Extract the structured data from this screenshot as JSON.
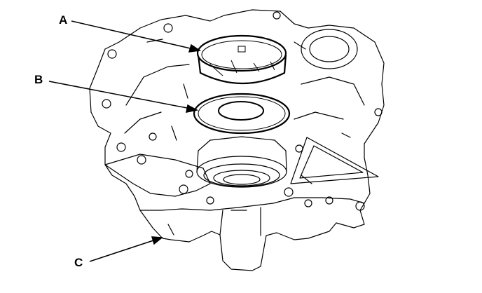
{
  "labels": {
    "a": "A",
    "b": "B",
    "c": "C"
  },
  "colors": {
    "ink": "#000000",
    "paper": "#ffffff"
  }
}
